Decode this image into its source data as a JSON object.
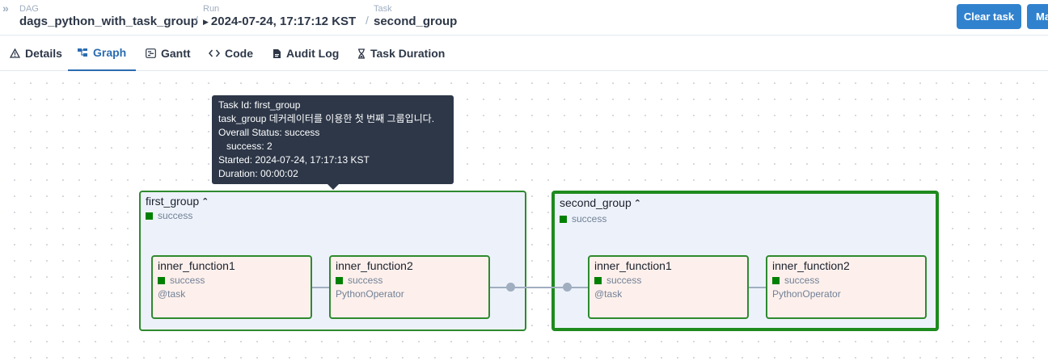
{
  "breadcrumb": {
    "dag": {
      "label": "DAG",
      "value": "dags_python_with_task_group"
    },
    "separator": "/",
    "run": {
      "label": "Run",
      "value": "2024-07-24, 17:17:12 KST"
    },
    "task": {
      "label": "Task",
      "value": "second_group"
    }
  },
  "buttons": {
    "clear_task": "Clear task",
    "mark_partial": "Ma"
  },
  "tabs": [
    {
      "label": "Details",
      "icon": "warning-icon"
    },
    {
      "label": "Graph",
      "icon": "graph-icon",
      "active": true
    },
    {
      "label": "Gantt",
      "icon": "gantt-icon"
    },
    {
      "label": "Code",
      "icon": "code-icon"
    },
    {
      "label": "Audit Log",
      "icon": "document-icon"
    },
    {
      "label": "Task Duration",
      "icon": "hourglass-icon"
    }
  ],
  "graph": {
    "status_color": "#008000",
    "groups": [
      {
        "name": "first_group",
        "status": "success",
        "tasks": [
          {
            "name": "inner_function1",
            "status": "success",
            "operator": "@task"
          },
          {
            "name": "inner_function2",
            "status": "success",
            "operator": "PythonOperator"
          }
        ]
      },
      {
        "name": "second_group",
        "status": "success",
        "selected": true,
        "tasks": [
          {
            "name": "inner_function1",
            "status": "success",
            "operator": "@task"
          },
          {
            "name": "inner_function2",
            "status": "success",
            "operator": "PythonOperator"
          }
        ]
      }
    ]
  },
  "tooltip": {
    "lines": [
      "Task Id: first_group",
      "task_group 데커레이터를 이용한 첫 번째 그룹입니다.",
      "Overall Status: success",
      "   success: 2",
      "Started: 2024-07-24, 17:17:13 KST",
      "Duration: 00:00:02"
    ]
  }
}
